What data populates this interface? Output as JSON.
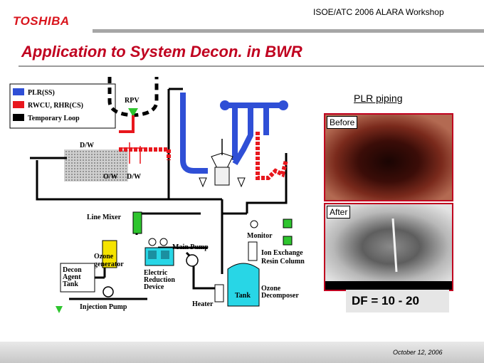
{
  "header": {
    "logo_text": "TOSHIBA",
    "event": "ISOE/ATC 2006 ALARA Workshop"
  },
  "slide": {
    "title": "Application to System Decon. in BWR"
  },
  "legend": {
    "items": [
      {
        "label": "PLR(SS)",
        "color": "#2f4fd6"
      },
      {
        "label": "RWCU, RHR(CS)",
        "color": "#e8171d"
      },
      {
        "label": "Temporary Loop",
        "color": "#000000"
      }
    ]
  },
  "diagram": {
    "labels": {
      "rpv": "RPV",
      "dw": "D/W",
      "ow": "O/W",
      "dw2": "D/W",
      "line_mixer": "Line Mixer",
      "monitor": "Monitor",
      "main_pump": "Main Pump",
      "ion_exchange": "Ion Exchange\nResin Column",
      "ion_line1": "Ion Exchange",
      "ion_line2": "Resin Column",
      "ozone_gen_1": "Ozone",
      "ozone_gen_2": "generator",
      "decon_1": "Decon",
      "decon_2": "Agent",
      "decon_3": "Tank",
      "erd_1": "Electric",
      "erd_2": "Reduction",
      "erd_3": "Device",
      "tank": "Tank",
      "ozone_decomp_1": "Ozone",
      "ozone_decomp_2": "Decomposer",
      "injection_pump": "Injection Pump",
      "heater": "Heater"
    }
  },
  "photos": {
    "section_label": "PLR piping",
    "before_label": "Before",
    "after_label": "After"
  },
  "result": {
    "df_text": "DF = 10 - 20"
  },
  "footer": {
    "date": "October 12, 2006"
  },
  "colors": {
    "accent": "#c0001f",
    "plr_blue": "#2f4fd6",
    "rwcu_red": "#e8171d",
    "ozone_yellow": "#f5e300",
    "mixer_green": "#2ec52e",
    "tank_cyan": "#28d6e6"
  }
}
